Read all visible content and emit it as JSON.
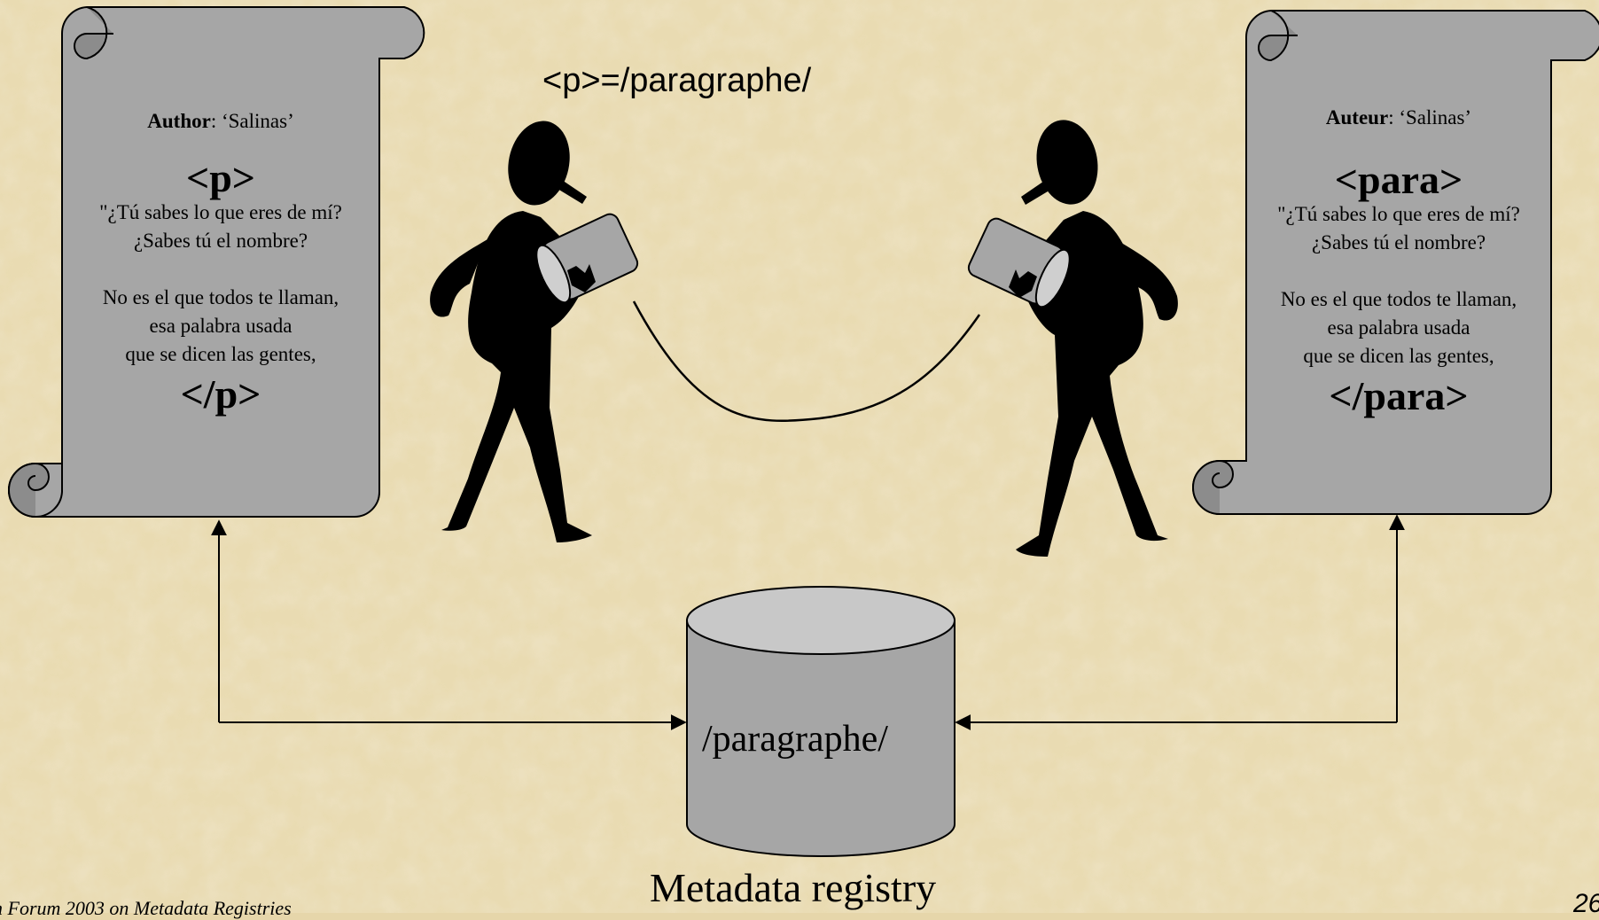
{
  "mapping_label": "<p>=/paragraphe/",
  "left_scroll": {
    "meta_key": "Author",
    "meta_value": ": ‘Salinas’",
    "open_tag": "<p>",
    "poem_lines_1": [
      "\"¿Tú sabes lo que eres de mí?",
      "¿Sabes tú el nombre?"
    ],
    "poem_lines_2": [
      "No es el que todos te llaman,",
      "esa palabra usada",
      "que se dicen las gentes,"
    ],
    "close_tag": "</p>"
  },
  "right_scroll": {
    "meta_key": "Auteur",
    "meta_value": ": ‘Salinas’",
    "open_tag": "<para>",
    "poem_lines_1": [
      "\"¿Tú sabes lo que eres de mí?",
      "¿Sabes tú el nombre?"
    ],
    "poem_lines_2": [
      "No es el que todos te llaman,",
      "esa palabra usada",
      "que se dicen las gentes,"
    ],
    "close_tag": "</para>"
  },
  "database": {
    "label": "/paragraphe/",
    "caption": "Metadata registry"
  },
  "footer": "n Forum 2003 on Metadata Registries",
  "page_number": "26",
  "colors": {
    "background": "#e6d6aa",
    "scroll_fill": "#a6a6a6",
    "cylinder_fill": "#a6a6a6",
    "cylinder_top": "#c8c8c8",
    "figure": "#000000"
  },
  "icons": {
    "figures": "stick-figure-with-can",
    "string": "tin-can-telephone-string"
  }
}
